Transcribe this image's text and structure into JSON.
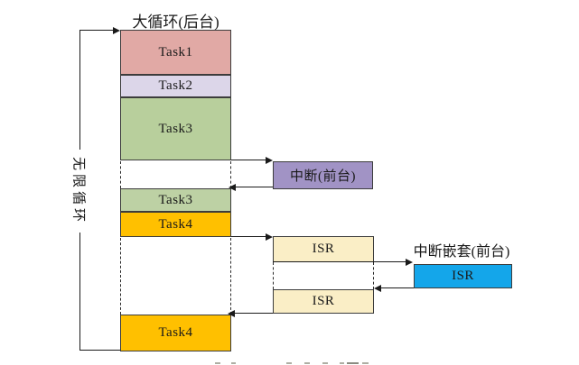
{
  "diagram": {
    "title": "大循环(后台)",
    "infinite_loop_label": "无限循环",
    "nested_interrupt_label": "中断嵌套(前台)",
    "blocks": {
      "task1": {
        "label": "Task1",
        "color": "#E1A9A5"
      },
      "task2": {
        "label": "Task2",
        "color": "#DCD6E9"
      },
      "task3a": {
        "label": "Task3",
        "color": "#B8CF9C"
      },
      "task3b": {
        "label": "Task3",
        "color": "#BDD1A4"
      },
      "task4a": {
        "label": "Task4",
        "color": "#FFC000"
      },
      "task4b": {
        "label": "Task4",
        "color": "#FFC000"
      },
      "interrupt": {
        "label": "中断(前台)",
        "color": "#A193C5"
      },
      "isr1": {
        "label": "ISR",
        "color": "#FAEEC6"
      },
      "isr2": {
        "label": "ISR",
        "color": "#FAEEC6"
      },
      "isr_nested": {
        "label": "ISR",
        "color": "#14A6EA"
      }
    },
    "line_color": "#1a1a1a"
  }
}
